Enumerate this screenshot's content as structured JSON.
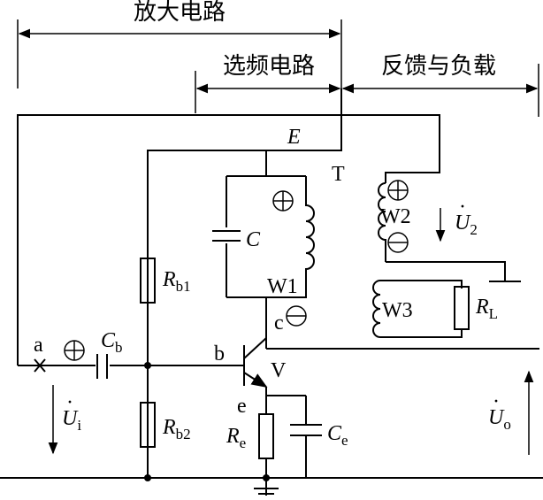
{
  "headers": {
    "amplifier": "放大电路",
    "frequency_select": "选频电路",
    "feedback_load": "反馈与负载"
  },
  "nodes": {
    "E": "E",
    "T": "T",
    "a": "a",
    "b": "b",
    "c": "c",
    "e": "e",
    "V": "V"
  },
  "components": {
    "C": "C",
    "W1": "W1",
    "W2": "W2",
    "W3": "W3",
    "Rb1": {
      "main": "R",
      "sub": "b1"
    },
    "Rb2": {
      "main": "R",
      "sub": "b2"
    },
    "Re": {
      "main": "R",
      "sub": "e"
    },
    "Ce": {
      "main": "C",
      "sub": "e"
    },
    "Cb": {
      "main": "C",
      "sub": "b"
    },
    "RL": {
      "main": "R",
      "sub": "L"
    }
  },
  "signals": {
    "Ui": {
      "main": "U",
      "sub": "i"
    },
    "U2": {
      "main": "U",
      "sub": "2"
    },
    "Uo": {
      "main": "U",
      "sub": "o"
    }
  },
  "polarity": {
    "plus": "⊕",
    "minus": "⊖"
  }
}
